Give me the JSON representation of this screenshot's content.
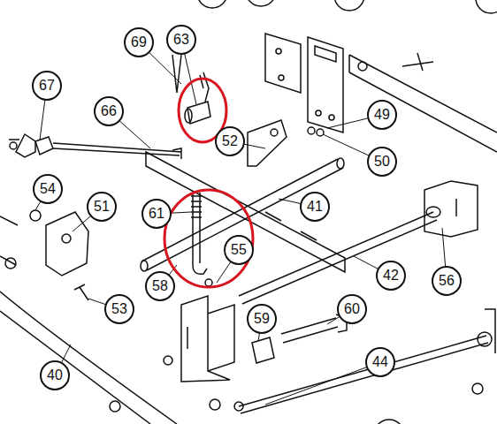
{
  "diagram": {
    "nodes": [
      {
        "text": [
          "69"
        ]
      },
      {
        "text": [
          "63"
        ]
      },
      {
        "text": [
          "67"
        ]
      },
      {
        "text": [
          "66"
        ]
      },
      {
        "text": [
          "52"
        ]
      },
      {
        "text": [
          "49"
        ]
      },
      {
        "text": [
          "50"
        ]
      },
      {
        "text": [
          "54"
        ]
      },
      {
        "text": [
          "51"
        ]
      },
      {
        "text": [
          "61"
        ]
      },
      {
        "text": [
          "41"
        ]
      },
      {
        "text": [
          "58"
        ]
      },
      {
        "text": [
          "55"
        ]
      },
      {
        "text": [
          "53"
        ]
      },
      {
        "text": [
          "42"
        ]
      },
      {
        "text": [
          "56"
        ]
      },
      {
        "text": [
          "59"
        ]
      },
      {
        "text": [
          "60"
        ]
      },
      {
        "text": [
          "40"
        ]
      },
      {
        "text": [
          "44"
        ]
      }
    ]
  }
}
